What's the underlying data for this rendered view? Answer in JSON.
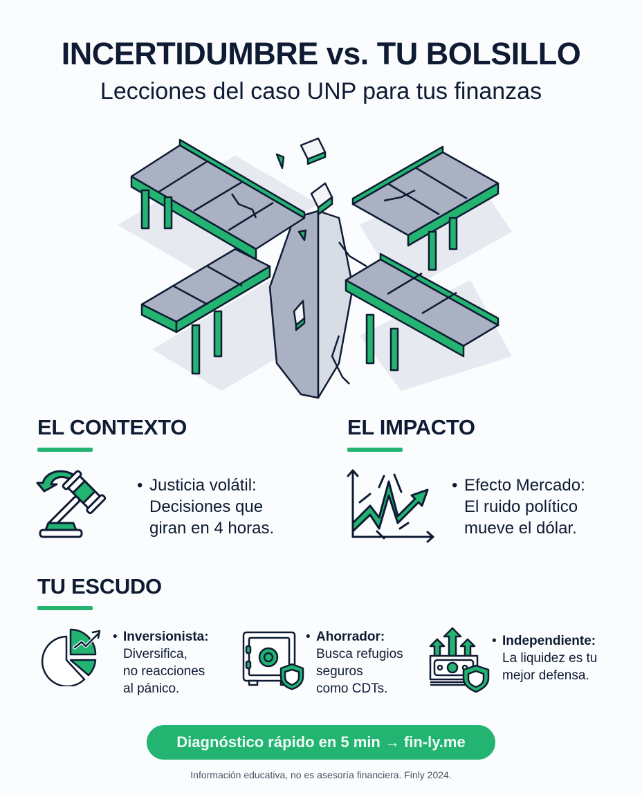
{
  "header": {
    "title": "INCERTIDUMBRE vs. TU BOLSILLO",
    "subtitle": "Lecciones del caso UNP para tus finanzas"
  },
  "hero": {
    "illustration": "broken-bridges-intersection-illustration"
  },
  "sections": {
    "contexto": {
      "heading": "EL CONTEXTO",
      "icon": "gavel-icon",
      "bullet": "•",
      "lines": [
        "Justicia volátil:",
        "Decisiones que",
        "giran en 4 horas."
      ]
    },
    "impacto": {
      "heading": "EL IMPACTO",
      "icon": "volatile-chart-icon",
      "bullet": "•",
      "lines": [
        "Efecto Mercado:",
        "El ruido político",
        "mueve el dólar."
      ]
    },
    "escudo": {
      "heading": "TU ESCUDO",
      "items": [
        {
          "icon": "pie-chart-growth-icon",
          "bullet": "•",
          "title": "Inversionista:",
          "lines": [
            "Diversifica,",
            "no reacciones",
            "al pánico."
          ]
        },
        {
          "icon": "safe-shield-icon",
          "bullet": "•",
          "title": "Ahorrador:",
          "lines": [
            "Busca refugios",
            "seguros",
            "como CDTs."
          ]
        },
        {
          "icon": "cash-shield-arrows-icon",
          "bullet": "•",
          "title": "Independiente:",
          "lines": [
            "La liquidez es tu",
            "mejor defensa."
          ]
        }
      ]
    }
  },
  "cta": {
    "label": "Diagnóstico rápido en 5 min",
    "arrow": "→",
    "url": "fin-ly.me"
  },
  "footer": {
    "disclaimer": "Información educativa, no es asesoría financiera. Finly 2024."
  },
  "colors": {
    "navy": "#0e1b33",
    "green": "#23b472",
    "slate": "#a9b1c3",
    "background": "#fbfcfd"
  }
}
